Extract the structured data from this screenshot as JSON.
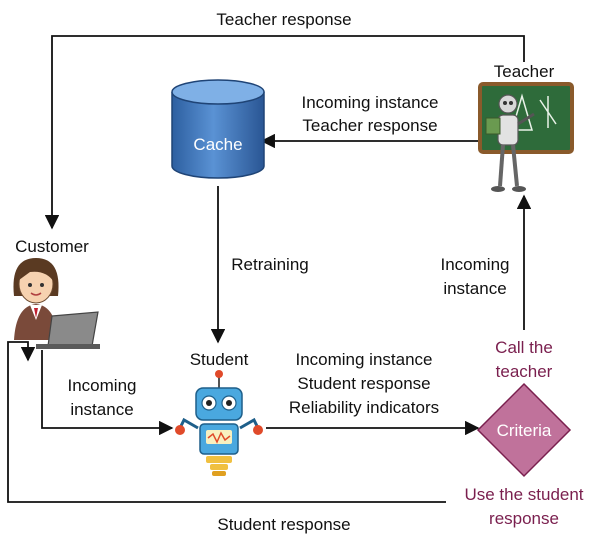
{
  "nodes": {
    "teacher": "Teacher",
    "customer": "Customer",
    "student": "Student",
    "cache": "Cache",
    "criteria": "Criteria"
  },
  "edges": {
    "teacher_to_customer": "Teacher response",
    "teacher_to_cache": [
      "Incoming instance",
      "Teacher response"
    ],
    "retraining": "Retraining",
    "criteria_to_teacher": [
      "Incoming",
      "instance"
    ],
    "call_teacher": [
      "Call the",
      "teacher"
    ],
    "customer_to_student": [
      "Incoming",
      "instance"
    ],
    "student_to_criteria": [
      "Incoming instance",
      "Student response",
      "Reliability indicators"
    ],
    "use_student": [
      "Use the student",
      "response"
    ],
    "student_to_customer": "Student response"
  },
  "colors": {
    "cache_fill": "#3d74b8",
    "criteria_fill": "#c0729b",
    "decision_text": "#7a1f4e",
    "board": "#2e6b3a"
  },
  "icons": [
    "database-icon",
    "robot-teacher-icon",
    "robot-student-icon",
    "customer-laptop-icon",
    "diamond-icon"
  ]
}
